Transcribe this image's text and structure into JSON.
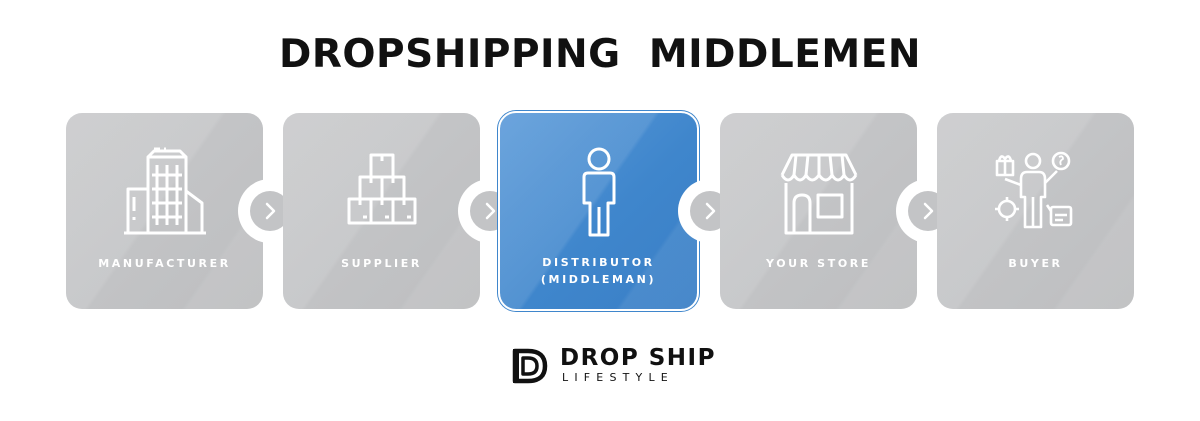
{
  "title": "DROPSHIPPING  MIDDLEMEN",
  "steps": [
    {
      "label": "MANUFACTURER",
      "icon": "factory-icon"
    },
    {
      "label": "SUPPLIER",
      "icon": "boxes-icon"
    },
    {
      "label": "DISTRIBUTOR (MIDDLEMAN)",
      "icon": "person-icon",
      "active": true
    },
    {
      "label": "YOUR STORE",
      "icon": "storefront-icon"
    },
    {
      "label": "BUYER",
      "icon": "buyer-icon"
    }
  ],
  "connector_icon": "chevron-right-icon",
  "colors": {
    "card": "#c3c4c6",
    "active": "#3f86cc",
    "title": "#111111"
  },
  "logo": {
    "line1": "DROP SHIP",
    "line2": "LIFESTYLE"
  }
}
